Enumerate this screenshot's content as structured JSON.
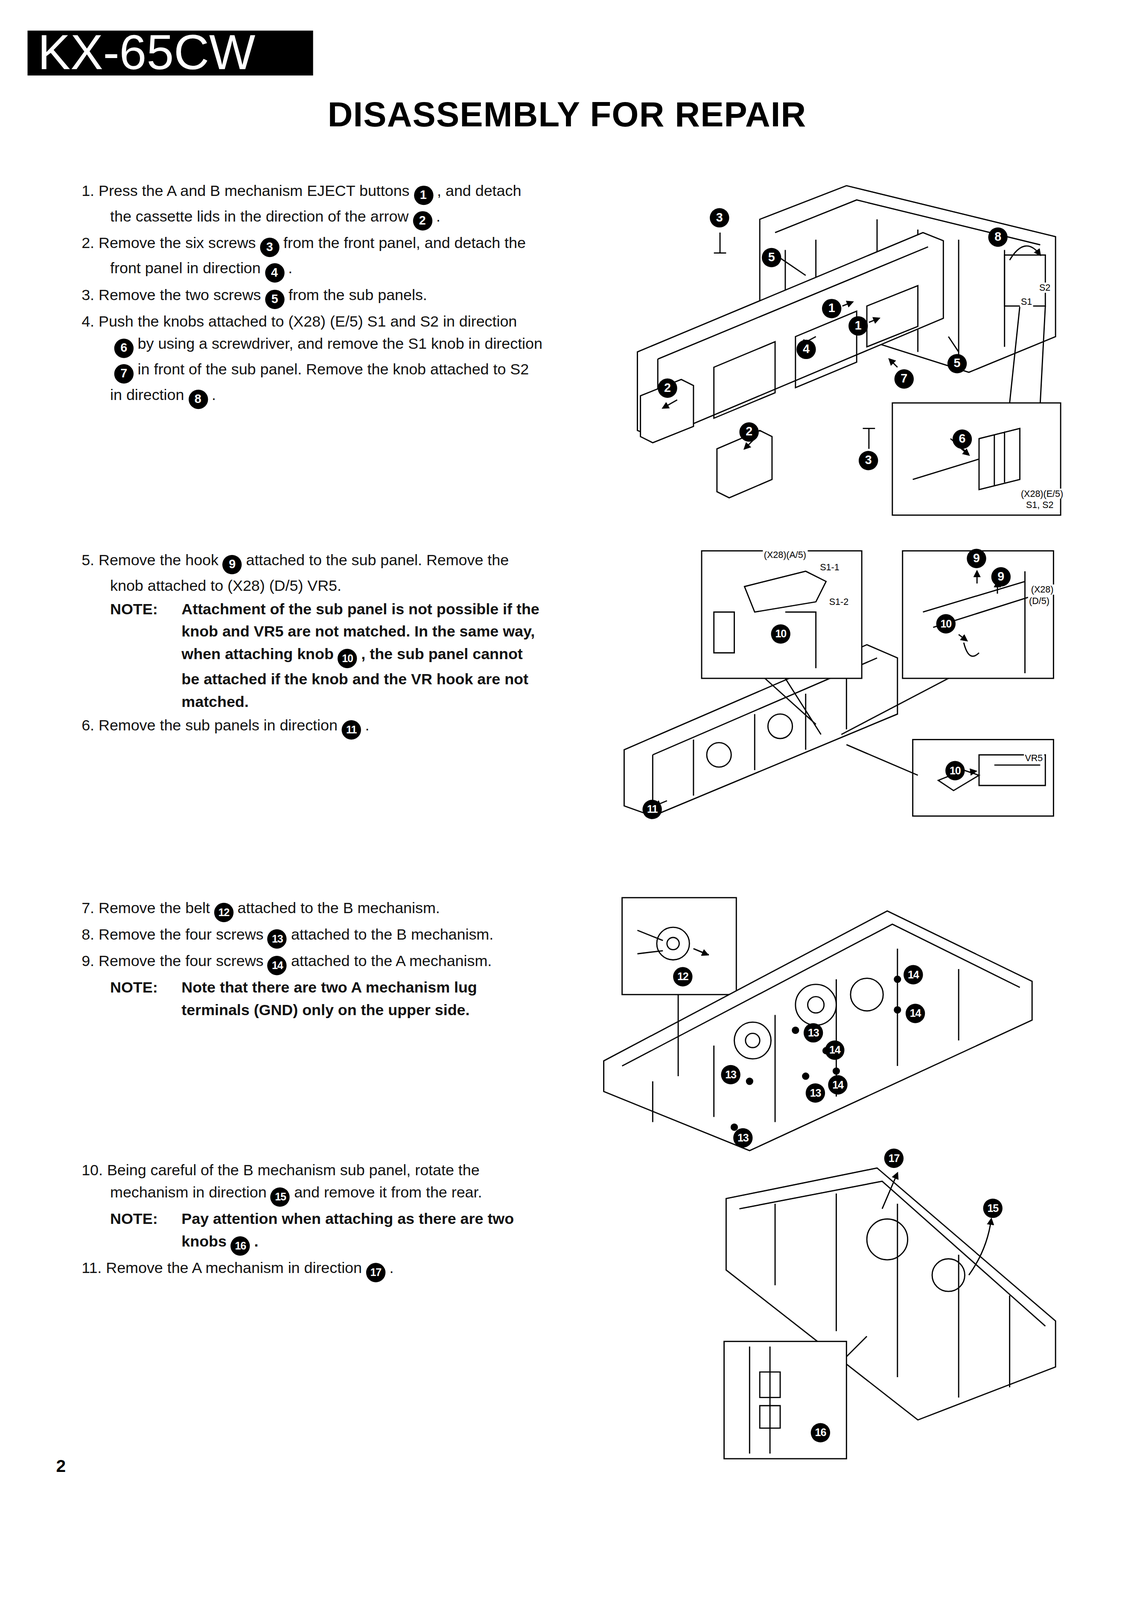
{
  "diagram": {
    "title": "DISASSEMBLY FOR REPAIR",
    "nodes": [
      {
        "text": [
          "KX-65CW"
        ]
      }
    ],
    "labels": [
      "1. Press the A and B mechanism EJECT buttons",
      "1",
      ", and detach the cassette lids in the direction of the arrow",
      "2",
      ".",
      "2. Remove the six screws",
      "3",
      "from the front panel, and detach the front panel in direction",
      "4",
      ".",
      "3. Remove the two screws",
      "5",
      "from the sub panels.",
      "4. Push the knobs attached to (X28) (E/5) S1 and S2 in direction",
      "6",
      "by using a screwdriver, and remove the S1 knob in direction",
      "7",
      "in front of the sub panel. Remove the knob attached to S2 in direction",
      "8",
      ".",
      "5. Remove the hook",
      "9",
      "attached to the sub panel. Remove the knob attached to (X28) (D/5) VR5.",
      "NOTE:",
      "Attachment of the sub panel is not possible if the knob and VR5 are not matched. In the same way, when attaching knob",
      "10",
      ", the sub panel cannot be attached if the knob and the VR hook are not matched.",
      "6. Remove the sub panels in direction",
      "11",
      ".",
      "7. Remove the belt",
      "12",
      "attached to the B mechanism.",
      "8. Remove the four screws",
      "13",
      "attached to the B mechanism.",
      "9. Remove the four screws",
      "14",
      "attached to the A mechanism.",
      "NOTE:",
      "Note that there are two A mechanism lug terminals (GND) only on the upper side.",
      "10. Being careful of the B mechanism sub panel, rotate the mechanism in direction",
      "15",
      "and remove it from the rear.",
      "NOTE:",
      "Pay attention when attaching as there are two knobs",
      "16",
      ".",
      "11. Remove the A mechanism in direction",
      "17",
      ".",
      "3",
      "5",
      "8",
      "S1",
      "S2",
      "1",
      "1",
      "4",
      "7",
      "5",
      "2",
      "2",
      "6",
      "3",
      "(X28)(E/5)",
      "S1, S2",
      "(X28)(A/5)",
      "S1-1",
      "S1-2",
      "10",
      "9",
      "9",
      "(X28)",
      "(D/5)",
      "10",
      "VR5",
      "10",
      "11",
      "12",
      "14",
      "14",
      "13",
      "14",
      "13",
      "14",
      "13",
      "13",
      "17",
      "15",
      "16",
      "2"
    ]
  }
}
